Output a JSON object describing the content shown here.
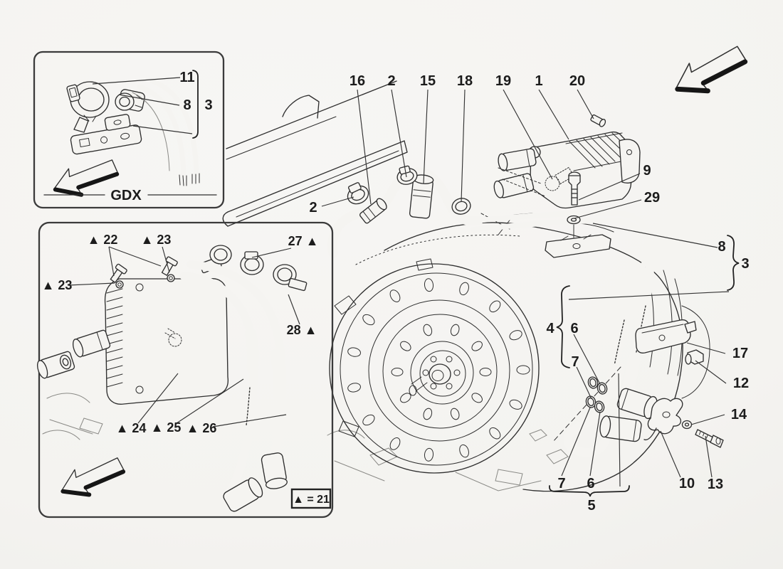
{
  "colors": {
    "paper": "#f5f4f1",
    "ink": "#2f2f2f"
  },
  "gdx_inset": {
    "label": "GDX",
    "c11": "11",
    "c8": "8",
    "c3": "3"
  },
  "cooler_inset": {
    "c22": "▲ 22",
    "c23_top": "▲ 23",
    "c27": "27 ▲",
    "c23_left": "▲ 23",
    "c28": "28 ▲",
    "c24": "▲ 24",
    "c25": "▲ 25",
    "c26": "▲ 26",
    "legend": "▲ = 21"
  },
  "main_view": {
    "c16": "16",
    "c2_top": "2",
    "c15": "15",
    "c18": "18",
    "c19": "19",
    "c1": "1",
    "c20": "20",
    "c2_side": "2",
    "c9": "9",
    "c29": "29",
    "c8": "8",
    "c3": "3",
    "c4": "4",
    "c6_upper": "6",
    "c7_upper": "7",
    "c17": "17",
    "c12": "12",
    "c14": "14",
    "c7_lower": "7",
    "c6_lower": "6",
    "c5": "5",
    "c10": "10",
    "c13": "13"
  }
}
